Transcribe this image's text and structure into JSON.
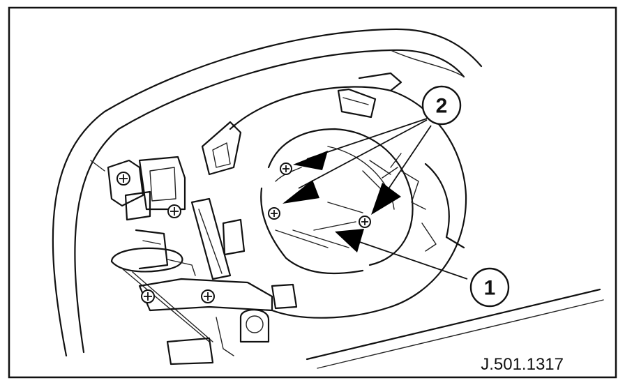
{
  "diagram": {
    "callouts": [
      {
        "id": "callout-1",
        "label": "1"
      },
      {
        "id": "callout-2",
        "label": "2"
      }
    ],
    "reference_code": "J.501.1317"
  }
}
